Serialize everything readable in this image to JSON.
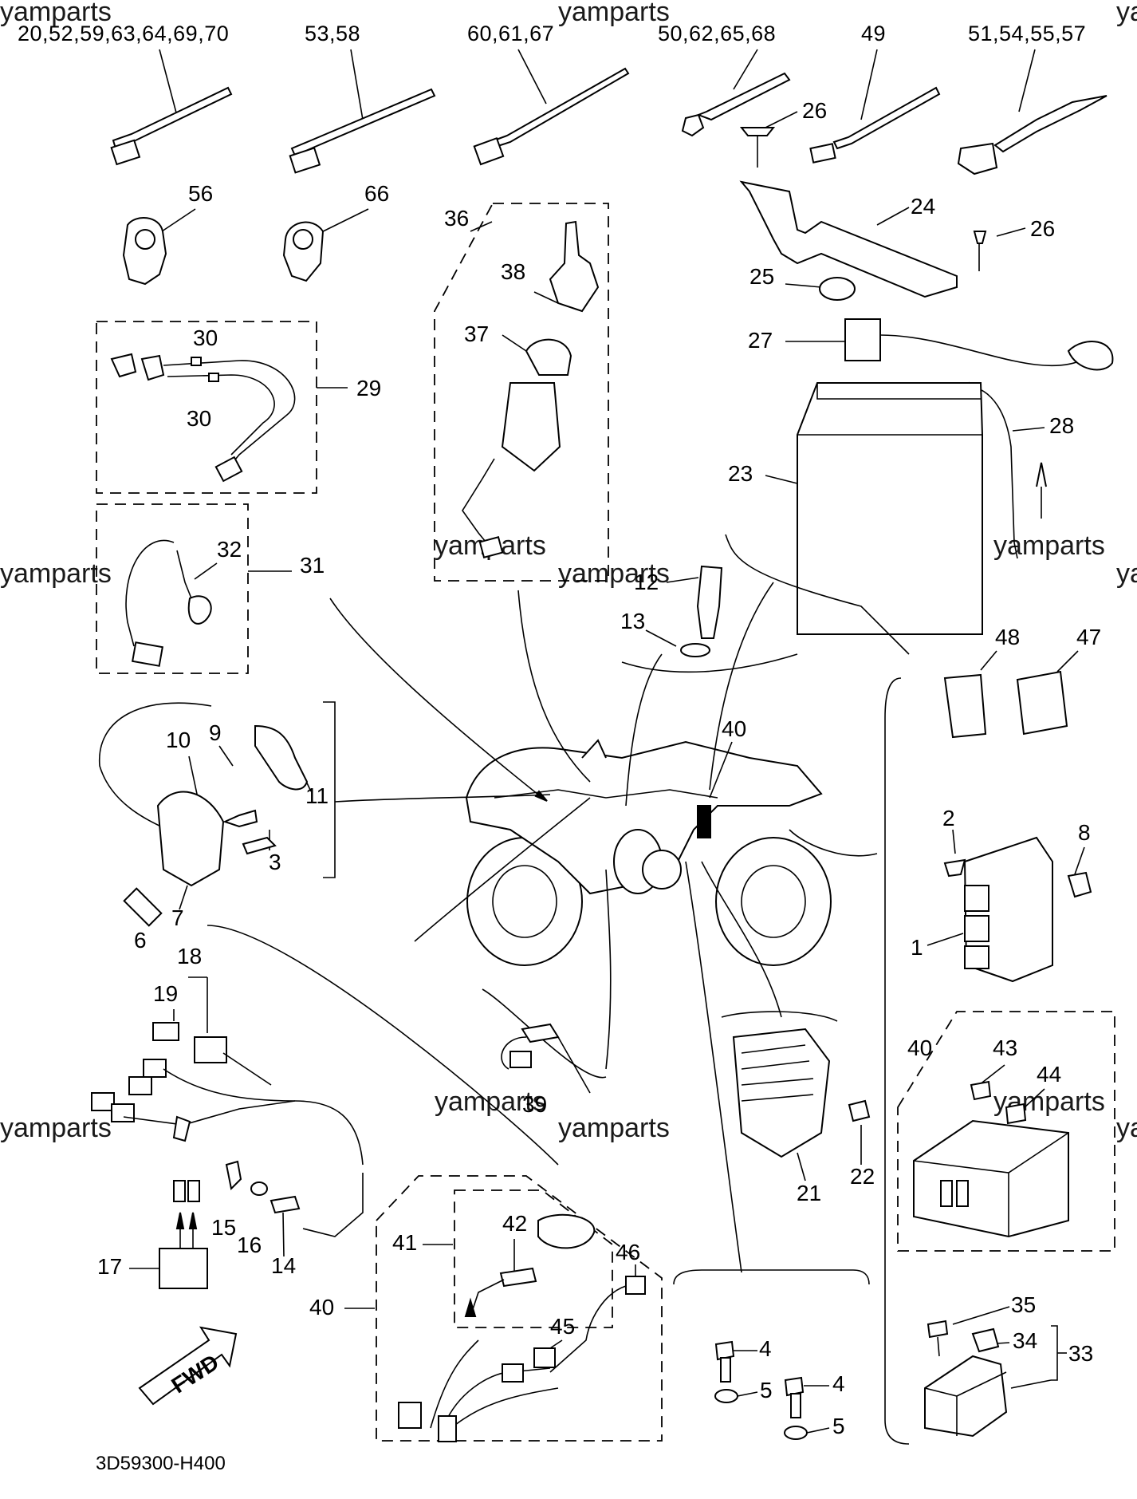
{
  "watermark": "yamparts",
  "drawing_code": "3D59300-H400",
  "fwd_label": "FWD",
  "header_labels": [
    "20,52,59,63,64,69,70",
    "53,58",
    "60,61,67",
    "50,62,65,68",
    "49",
    "51,54,55,57"
  ],
  "callouts": [
    "56",
    "66",
    "36",
    "38",
    "37",
    "30",
    "29",
    "30",
    "32",
    "31",
    "26",
    "24",
    "25",
    "26",
    "27",
    "28",
    "23",
    "12",
    "13",
    "48",
    "47",
    "40",
    "9",
    "10",
    "11",
    "2",
    "3",
    "7",
    "6",
    "8",
    "1",
    "18",
    "19",
    "17",
    "15",
    "16",
    "14",
    "39",
    "21",
    "22",
    "40",
    "43",
    "44",
    "42",
    "41",
    "46",
    "45",
    "40",
    "4",
    "5",
    "4",
    "5",
    "35",
    "34",
    "33"
  ]
}
